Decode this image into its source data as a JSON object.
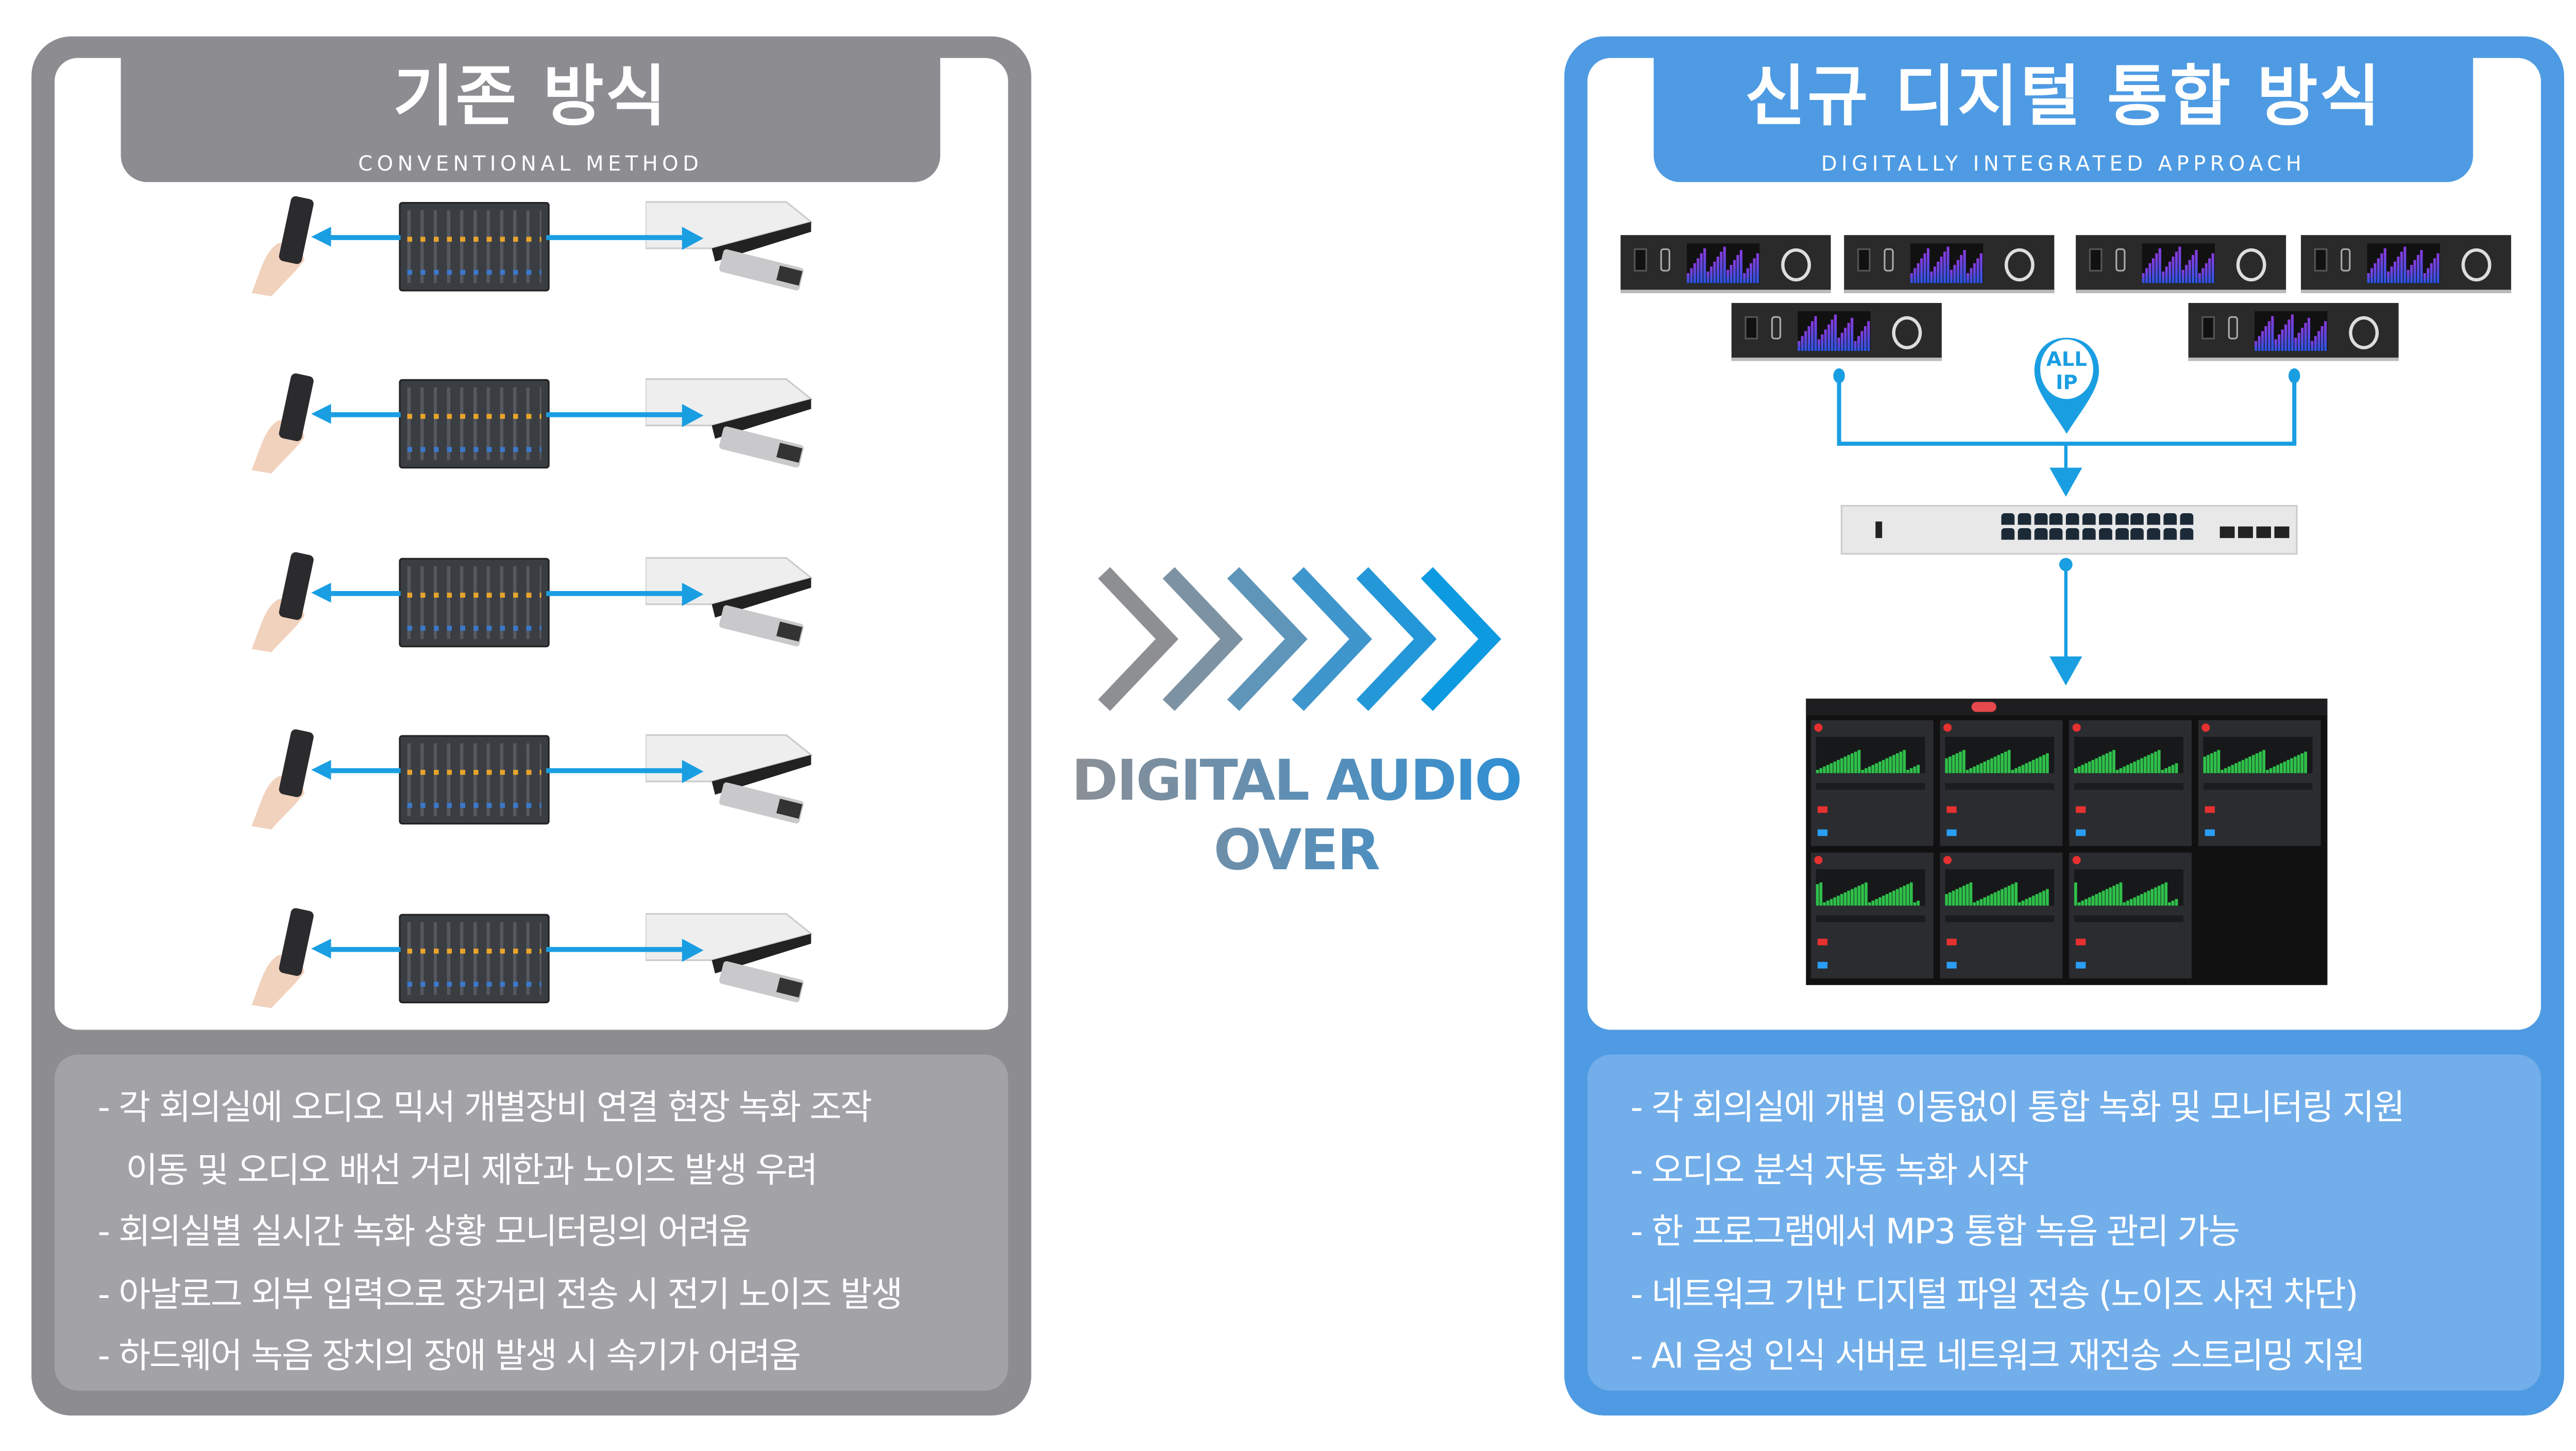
{
  "left": {
    "title": "기존 방식",
    "subtitle": "CONVENTIONAL METHOD",
    "bullets": [
      "- 각 회의실에 오디오 믹서 개별장비 연결 현장 녹화 조작",
      "이동 및 오디오 배선 거리 제한과 노이즈 발생 우려",
      "- 회의실별 실시간 녹화 상황 모니터링의 어려움",
      "- 아날로그 외부 입력으로 장거리 전송 시 전기 노이즈 발생",
      "- 하드웨어 녹음 장치의 장애 발생 시 속기가 어려움"
    ],
    "rows": 5
  },
  "middle": {
    "line1": "DIGITAL AUDIO",
    "line2": "OVER",
    "chevrons": 6
  },
  "right": {
    "title": "신규 디지털 통합 방식",
    "subtitle": "DIGITALLY INTEGRATED APPROACH",
    "badge": "ALL",
    "badge2": "IP",
    "bullets": [
      "- 각 회의실에 개별 이동없이 통합 녹화 및 모니터링 지원",
      "- 오디오 분석 자동 녹화 시작",
      "- 한 프로그램에서 MP3 통합 녹음 관리 가능",
      "- 네트워크 기반 디지털 파일 전송 (노이즈 사전 차단)",
      "- AI 음성 인식 서버로 네트워크 재전송 스트리밍 지원"
    ]
  },
  "colors": {
    "gray": "#8d8d91",
    "blue": "#4e9be3",
    "accent": "#1a9ee2"
  }
}
